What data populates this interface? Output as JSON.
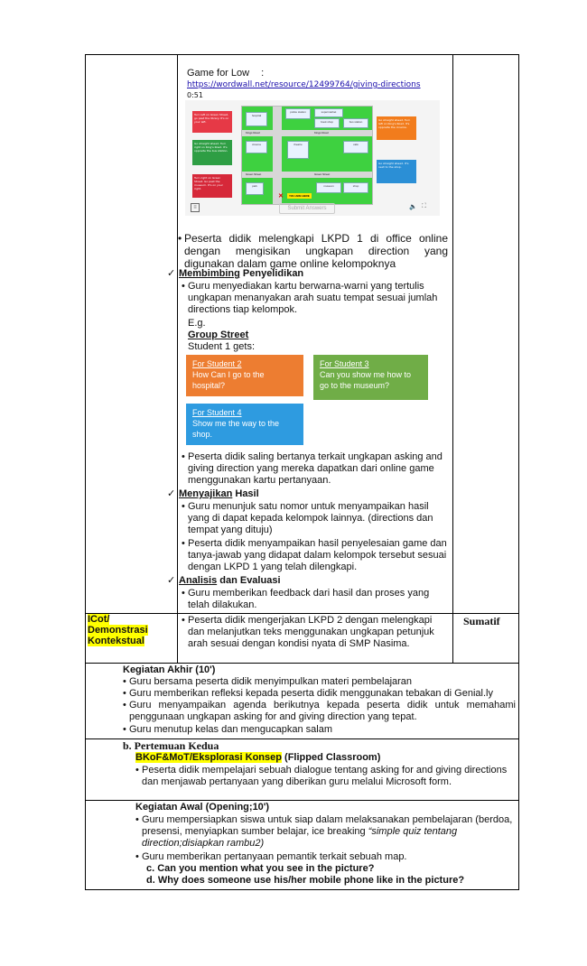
{
  "game_section": {
    "label": "Game for Low",
    "colon": ":",
    "link": "https://wordwall.net/resource/12499764/giving-directions",
    "timer": "0:51",
    "submit": "Submit Answers",
    "tiles_left": [
      {
        "text": "Turn left on Green Street, go past the library. It's on your left.",
        "color": "#e63946"
      },
      {
        "text": "Go straight ahead. Turn right on King's Road. It's opposite the bus station.",
        "color": "#2e9e44"
      },
      {
        "text": "Turn right on Green Street. Go past the museum. It's on your right.",
        "color": "#d62839"
      }
    ],
    "tiles_right": [
      {
        "text": "Go straight ahead. Turn left on King's Road. It's opposite the cinema.",
        "color": "#f27c1c"
      },
      {
        "text": "Go straight ahead. It's next to the shop.",
        "color": "#2b8fd6"
      }
    ],
    "map_labels": {
      "kings_road": "Kings Road",
      "green_street": "Green Street",
      "bond_street": "Bond Street",
      "you_are_here": "YOU ARE HERE",
      "supermarket": "supermarket",
      "hospital": "hospital",
      "police": "police station",
      "book": "book shop",
      "bus": "bus station",
      "cinema": "cinema",
      "theatre": "theatre",
      "cafe": "café",
      "library": "library",
      "museum": "museum",
      "shop": "shop",
      "park": "park"
    }
  },
  "lkpd_bullet": "Peserta didik melengkapi LKPD 1 di office online dengan mengisikan ungkapan direction yang digunakan dalam game online kelompoknya",
  "membimbing": {
    "title_u": "Membimbing",
    "title_rest": " Penyelidikan",
    "bullet1": "Guru menyediakan kartu berwarna-warni yang tertulis ungkapan menanyakan arah suatu tempat sesuai jumlah directions tiap kelompok.",
    "eg": "E.g.",
    "group": "Group Street",
    "student1": "Student 1 gets:",
    "cards": [
      {
        "title": "For Student 2",
        "body": "How Can I go to the hospital?",
        "color": "#ed7d31"
      },
      {
        "title": "For Student 3",
        "body": "Can you show me how to go to the museum?",
        "color": "#70ad47"
      },
      {
        "title": "For Student 4",
        "body": "Show me the way to the shop.",
        "color": "#2e9be0"
      }
    ],
    "bullet2": "Peserta didik saling bertanya terkait ungkapan asking and giving direction yang mereka dapatkan dari online game menggunakan kartu pertanyaan."
  },
  "menyajikan": {
    "title_u": "Menyajikan",
    "title_rest": " Hasil",
    "bullet1": "Guru menunjuk satu nomor untuk menyampaikan hasil yang di dapat kepada kelompok lainnya. (directions dan tempat yang dituju)",
    "bullet2": "Peserta didik menyampaikan hasil penyelesaian game dan tanya-jawab yang didapat dalam kelompok tersebut sesuai dengan LKPD 1 yang telah dilengkapi."
  },
  "analisis": {
    "title_u": "Analisis",
    "title_rest": " dan  Evaluasi",
    "bullet1": "Guru memberikan feedback dari hasil dan proses yang telah dilakukan."
  },
  "icot": {
    "label_lines": [
      "ICot/",
      "Demonstrasi",
      "Kontekstual"
    ],
    "bullet": "Peserta didik mengerjakan LKPD 2 dengan melengkapi dan melanjutkan teks menggunakan ungkapan petunjuk arah sesuai dengan kondisi nyata di SMP Nasima.",
    "assessment": "Sumatif"
  },
  "akhir": {
    "title": "Kegiatan Akhir (10')",
    "bullets": [
      "Guru bersama peserta didik menyimpulkan materi pembelajaran",
      "Guru memberikan refleksi kepada peserta didik menggunakan tebakan di Genial.ly",
      "Guru menyampaikan agenda berikutnya kepada peserta didik untuk memahami penggunaan ungkapan asking for and giving direction yang tepat.",
      "Guru menutup kelas dan mengucapkan salam"
    ]
  },
  "pertemuan": {
    "title": "b. Pertemuan Kedua",
    "subtitle": "BKoF&MoT/Eksplorasi Konsep",
    "subtitle_rest": " (Flipped Classroom)",
    "bullet": "Peserta didik mempelajari sebuah dialogue tentang asking for and giving directions dan menjawab pertanyaan yang diberikan guru melalui Microsoft form."
  },
  "awal": {
    "title": "Kegiatan Awal (Opening;10')",
    "bullet1_a": "Guru mempersiapkan siswa untuk siap dalam melaksanakan pembelajaran (berdoa, presensi, menyiapkan sumber belajar, ice breaking ",
    "bullet1_i": "“simple quiz tentang direction;disiapkan rambu2)",
    "bullet2": "Guru memberikan pertanyaan pemantik terkait sebuah map.",
    "q_c": "c.  Can you mention what you see in the picture?",
    "q_d": "d.  Why does someone use his/her mobile phone like in the picture?"
  }
}
